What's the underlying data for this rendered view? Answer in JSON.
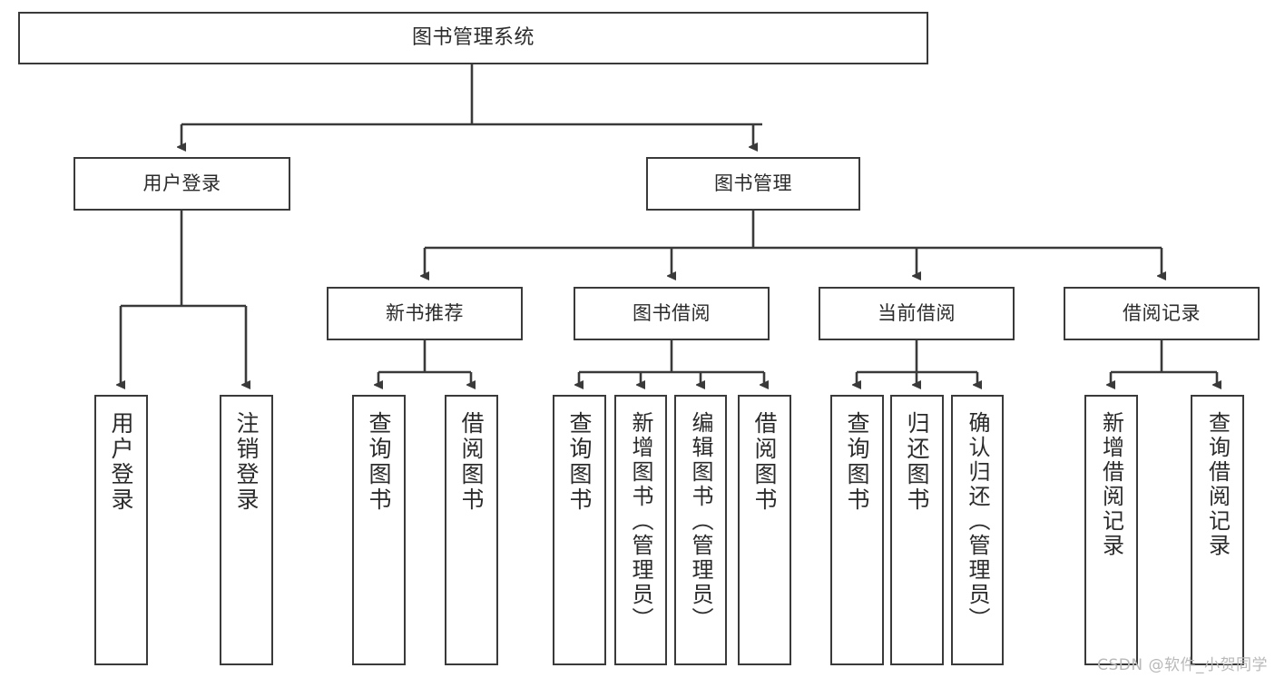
{
  "diagram": {
    "title": "图书管理系统",
    "type": "tree",
    "watermark": "CSDN @软件_小贺同学",
    "colors": {
      "box_border": "#3a3a3a",
      "box_fill": "#ffffff",
      "edge": "#3a3a3a",
      "text": "#2b2b2b",
      "watermark": "#b9b9b9",
      "background": "#ffffff"
    },
    "levels": {
      "root": "图书管理系统",
      "level2": [
        "用户登录",
        "图书管理"
      ],
      "level3": [
        "新书推荐",
        "图书借阅",
        "当前借阅",
        "借阅记录"
      ]
    },
    "nodes": {
      "root": {
        "label": "图书管理系统"
      },
      "user_login": {
        "label": "用户登录"
      },
      "book_manage": {
        "label": "图书管理"
      },
      "new_book_rec": {
        "label": "新书推荐"
      },
      "book_borrow": {
        "label": "图书借阅"
      },
      "current_borrow": {
        "label": "当前借阅"
      },
      "borrow_record": {
        "label": "借阅记录"
      },
      "leaf_user_login": {
        "label": "用户登录"
      },
      "leaf_logout": {
        "label": "注销登录"
      },
      "leaf_query_book_1": {
        "label": "查询图书"
      },
      "leaf_borrow_book_1": {
        "label": "借阅图书"
      },
      "leaf_query_book_2": {
        "label": "查询图书"
      },
      "leaf_add_book": {
        "label": "新增图书（管理员）"
      },
      "leaf_edit_book": {
        "label": "编辑图书（管理员）"
      },
      "leaf_borrow_book_2": {
        "label": "借阅图书"
      },
      "leaf_query_book_3": {
        "label": "查询图书"
      },
      "leaf_return_book": {
        "label": "归还图书"
      },
      "leaf_confirm_return": {
        "label": "确认归还（管理员）"
      },
      "leaf_add_record": {
        "label": "新增借阅记录"
      },
      "leaf_query_record": {
        "label": "查询借阅记录"
      }
    },
    "tree": [
      {
        "label": "图书管理系统",
        "children": [
          {
            "label": "用户登录",
            "children": [
              {
                "label": "用户登录"
              },
              {
                "label": "注销登录"
              }
            ]
          },
          {
            "label": "图书管理",
            "children": [
              {
                "label": "新书推荐",
                "children": [
                  {
                    "label": "查询图书"
                  },
                  {
                    "label": "借阅图书"
                  }
                ]
              },
              {
                "label": "图书借阅",
                "children": [
                  {
                    "label": "查询图书"
                  },
                  {
                    "label": "新增图书（管理员）"
                  },
                  {
                    "label": "编辑图书（管理员）"
                  },
                  {
                    "label": "借阅图书"
                  }
                ]
              },
              {
                "label": "当前借阅",
                "children": [
                  {
                    "label": "查询图书"
                  },
                  {
                    "label": "归还图书"
                  },
                  {
                    "label": "确认归还（管理员）"
                  }
                ]
              },
              {
                "label": "借阅记录",
                "children": [
                  {
                    "label": "新增借阅记录"
                  },
                  {
                    "label": "查询借阅记录"
                  }
                ]
              }
            ]
          }
        ]
      }
    ]
  }
}
